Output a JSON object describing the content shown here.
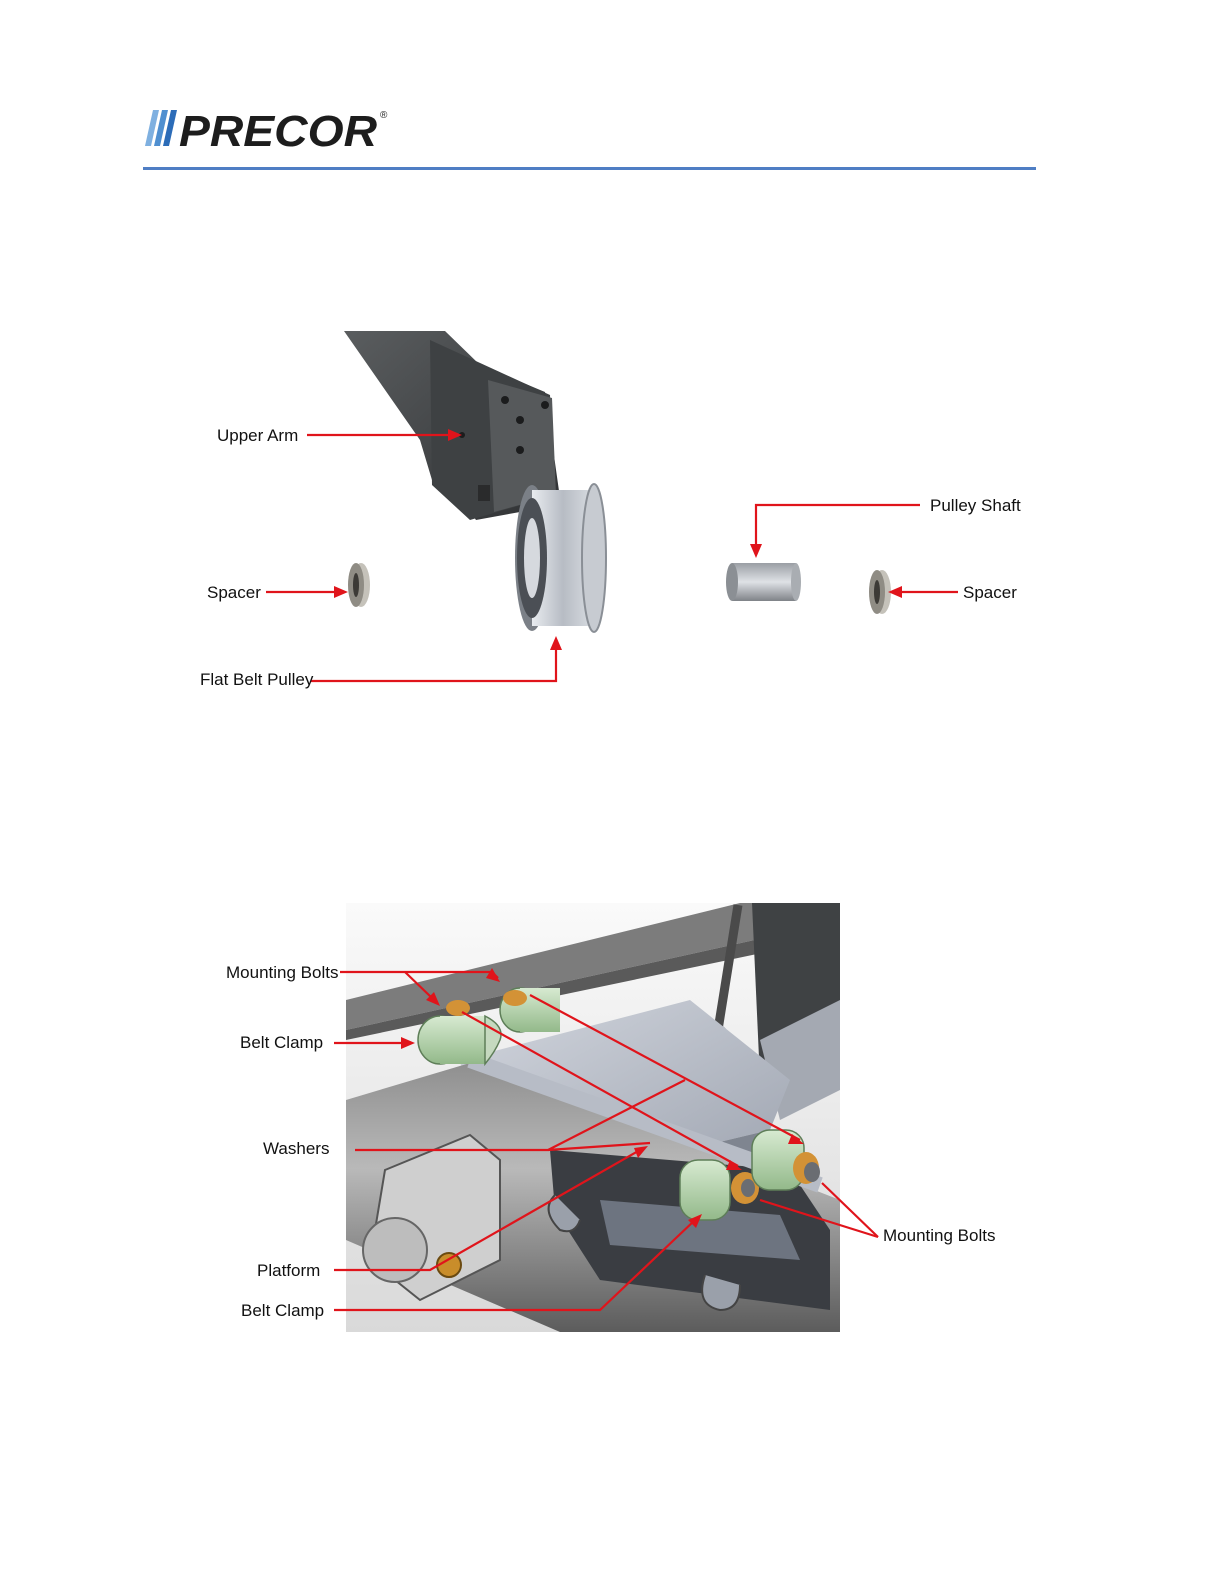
{
  "header": {
    "brand": "PRECOR",
    "registered_mark": "®",
    "colors": {
      "rule": "#4f7ec4",
      "logo": "#1d1d1d",
      "arrow": "#e0141b"
    }
  },
  "figure1": {
    "labels": {
      "upper_arm": "Upper Arm",
      "spacer_left": "Spacer",
      "flat_belt_pulley": "Flat Belt Pulley",
      "pulley_shaft": "Pulley Shaft",
      "spacer_right": "Spacer"
    }
  },
  "figure2": {
    "labels": {
      "mounting_bolts_top": "Mounting Bolts",
      "belt_clamp_top": "Belt Clamp",
      "washers": "Washers",
      "platform": "Platform",
      "belt_clamp_bottom": "Belt Clamp",
      "mounting_bolts_right": "Mounting Bolts"
    }
  }
}
